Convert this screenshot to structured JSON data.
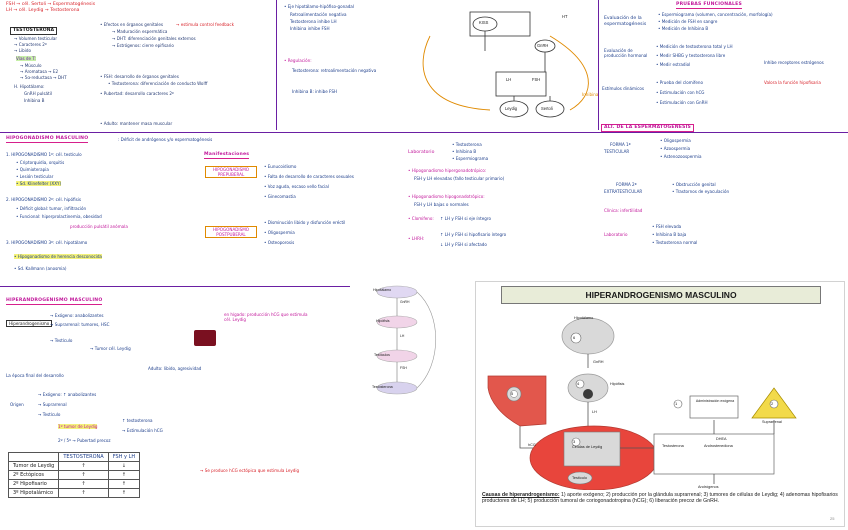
{
  "top_left": {
    "line1": "FSH → cél. Sertoli → Espermatogénesis",
    "line2": "LH → cél. Leydig → Testosterona",
    "testosterone_label": "TESTOSTERONA",
    "t_items": [
      "→ Volumen testicular",
      "→ Caracteres 2º",
      "→ Libido"
    ],
    "via_label": "Vías de T:",
    "h_items": [
      "→ Músculo",
      "→ Aromatasa → E2",
      "→ 5α-reductasa → DHT"
    ],
    "note_title": "H. Hipotálamo:",
    "note_items": [
      "GnRH pulsátil",
      "Inhibina B"
    ],
    "right_col": [
      "• Efectos en órganos genitales",
      "→ Maduración espermática",
      "→ DHT: diferenciación genitales externos",
      "→ Estrógenos: cierre epifisario"
    ],
    "middle_notes": [
      "• FSH: desarrollo de órganos genitales",
      "• Testosterona: diferenciación de conducto Wolff",
      "• Pubertad: desarrollo caracteres 2º",
      "• Adulto: mantener masa muscular"
    ]
  },
  "top_mid": {
    "title": "• Eje hipotálamo-hipófiso-gonadal",
    "lines": [
      "Retroalimentación negativa",
      "Testosterona inhibe LH",
      "Inhibina inhibe FSH"
    ],
    "sub_title": "• Regulación:",
    "sub_lines": [
      "Testosterona: retroalimentación negativa",
      "Inhibina B: inhibe FSH"
    ]
  },
  "diagram": {
    "nodes": {
      "hipotalamo": "KISS",
      "gnrh": "GnRH",
      "lh": "LH",
      "fsh": "FSH",
      "hip": "HT",
      "leydig": "Leydig",
      "sertoli": "Sertoli"
    },
    "side": "Inhibina"
  },
  "top_right": {
    "title": "PRUEBAS FUNCIONALES",
    "eval_title": "Evaluación de la espermatogénesis",
    "eval_items": [
      "• Espermiograma (volumen, concentración, morfología)",
      "• Medición de FSH en sangre",
      "• Medición de Inhibina B"
    ],
    "andro_title": "Evaluación de producción hormonal",
    "andro_items": [
      "• Medición de testosterona total y LH",
      "• Medir SHBG y testosterona libre",
      "• Medir estradiol"
    ],
    "dynamic_title": "Estímulos dinámicos",
    "dynamic_items": [
      "• Prueba del clomifeno",
      "• Estimulación con hCG",
      "• Estimulación con GnRH"
    ],
    "dyn_right": [
      "Inhibe receptores estrógenos",
      "Valora la función hipofisaria"
    ]
  },
  "hipogonadismo": {
    "title": "HIPOGONADISMO MASCULINO",
    "title_suffix": ": Déficit de andrógenos y/o espermatogénesis",
    "primary_title": "1. HIPOGONADISMO 1º: cél. testículo",
    "primary_items": [
      "• Criptorquidia, orquitis",
      "• Quimioterapia",
      "• Lesión testicular",
      "• Sd. Klinefelter (XXY)"
    ],
    "secondary_title": "2. HIPOGONADISMO 2º: cél. hipófisis",
    "secondary_items": [
      "• Déficit global: tumor, infiltración",
      "• Funcional: hiperprolactinemia, obesidad"
    ],
    "sec_note": "producción pulsátil anómala",
    "tertiary_title": "3. HIPOGONADISMO 3º: cél. hipotálamo",
    "tertiary_items": [
      "• Hipogonadismo de herencia desconocida",
      "• Sd. Kallmann (anosmia)"
    ],
    "manif_title": "Manifestaciones",
    "prepuberal_label": "HIPOGONADISMO PREPUBERAL",
    "prepuberal_items": [
      "• Eunucoidismo",
      "• Falta de desarrollo de caracteres sexuales",
      "• Voz aguda, escaso vello facial",
      "• Ginecomastia"
    ],
    "postpuberal_label": "HIPOGONADISMO POSTPUBERAL",
    "postpuberal_items": [
      "• Disminución libido y disfunción eréctil",
      "• Oligospermia",
      "• Osteoporosis"
    ],
    "lab_title": "Laboratorio",
    "lab_items": [
      "• Testosterona",
      "• Inhibina B",
      "• Espermiograma"
    ],
    "hiper_label": "• Hipogonadismo hipergonadotrópico:",
    "hiper_text": "FSH y LH elevadas (fallo testicular primario)",
    "hipo_label": "• Hipogonadismo hipogonadotrópico:",
    "hipo_text": "FSH y LH bajas o normales",
    "clom_label": "• Clomifeno:",
    "clom_text": "↑ LH y FSH si eje íntegro",
    "lhrh_label": "• LHRH:",
    "lhrh_items": [
      "↑ LH y FSH si hipofisario íntegro",
      "↓ LH y FSH si afectado"
    ]
  },
  "right_mid": {
    "title": "ALT. DE LA ESPERMATOGÉNESIS",
    "a_label": "FORMA 1ª",
    "a_sub": "TESTICULAR",
    "a_items": [
      "• Oligospermia",
      "• Azoospermia",
      "• Astenozoospermia"
    ],
    "b_label": "FORMA 2ª",
    "b_sub": "EXTRATESTICULAR",
    "b_items": [
      "• Obstrucción genital",
      "• Trastornos de eyaculación"
    ],
    "clinic": "Clínica: infertilidad",
    "lab": "Laboratorio",
    "lab_items": [
      "• FSH elevada",
      "• Inhibina B baja",
      "• Testosterona normal"
    ]
  },
  "hiperandro": {
    "title": "HIPERANDROGENISMO MASCULINO",
    "box": "Hiperandrogenismo",
    "items": [
      "→ Exógeno: anabolizantes",
      "→ Suprarrenal: tumores, HSC",
      "→ Testículo"
    ],
    "leydig_note": "en hígado: producción hCG que estimula cél. Leydig",
    "after": "→ Tumor cél. Leydig",
    "pubertad": "La época final del desarrollo",
    "adulto": "Adulto: libido, agresividad",
    "origin_label": "Origen",
    "origin_items": [
      "→ Exógeno: ↑ anabolizantes",
      "→ Suprarrenal",
      "→ Testículo"
    ],
    "testicle_items": [
      "1º tumor de Leydig",
      "↑ testosterona",
      "→ Estimulación hCG"
    ],
    "last": "2º / 5º → Pubertad precoz"
  },
  "table": {
    "headers": [
      "",
      "TESTOSTERONA",
      "FSH y LH"
    ],
    "rows": [
      [
        "Tumor de Leydig",
        "↑",
        "↓"
      ],
      [
        "2º Ectópicos",
        "↑",
        "↑"
      ],
      [
        "2º Hipofisario",
        "↑",
        "↑"
      ],
      [
        "3º Hipotalámico",
        "↑",
        "↑"
      ]
    ],
    "note": "→ Se produce hCG ectópica que estimula Leydig"
  },
  "flow": {
    "nodes": [
      "Hipotálamo",
      "Hipófisis",
      "Testículos",
      "Testosterona"
    ],
    "labels": [
      "GnRH",
      "LH",
      "FSH"
    ]
  },
  "panel": {
    "title": "HIPERANDROGENISMO MASCULINO",
    "labels": {
      "hipotalamo": "Hipotálamo",
      "gnrh": "GnRH",
      "hipofisis": "Hipófisis",
      "lh": "LH",
      "hcg": "hCG",
      "leydig": "Células de Leydig",
      "testiculo": "Testículo",
      "testosterona": "Testosterona",
      "admin": "Administración exógena",
      "suprarrenal": "Suprarrenal",
      "dhea": "DHEA",
      "androstenediona": "Androstenediona",
      "androgenos": "Andrógenos"
    },
    "nums": [
      "1",
      "2",
      "3",
      "4",
      "5",
      "6"
    ],
    "caption_bold": "Causas de hiperandrogenismo:",
    "caption_text": " 1) aporte exógeno; 2) producción por la glándula suprarrenal; 3) tumores de células de Leydig; 4) adenomas hipofisarios productores de LH; 5) producción tumoral de coriogonadotropina (hCG); 6) liberación precoz de GnRH.",
    "page_num": "25"
  }
}
